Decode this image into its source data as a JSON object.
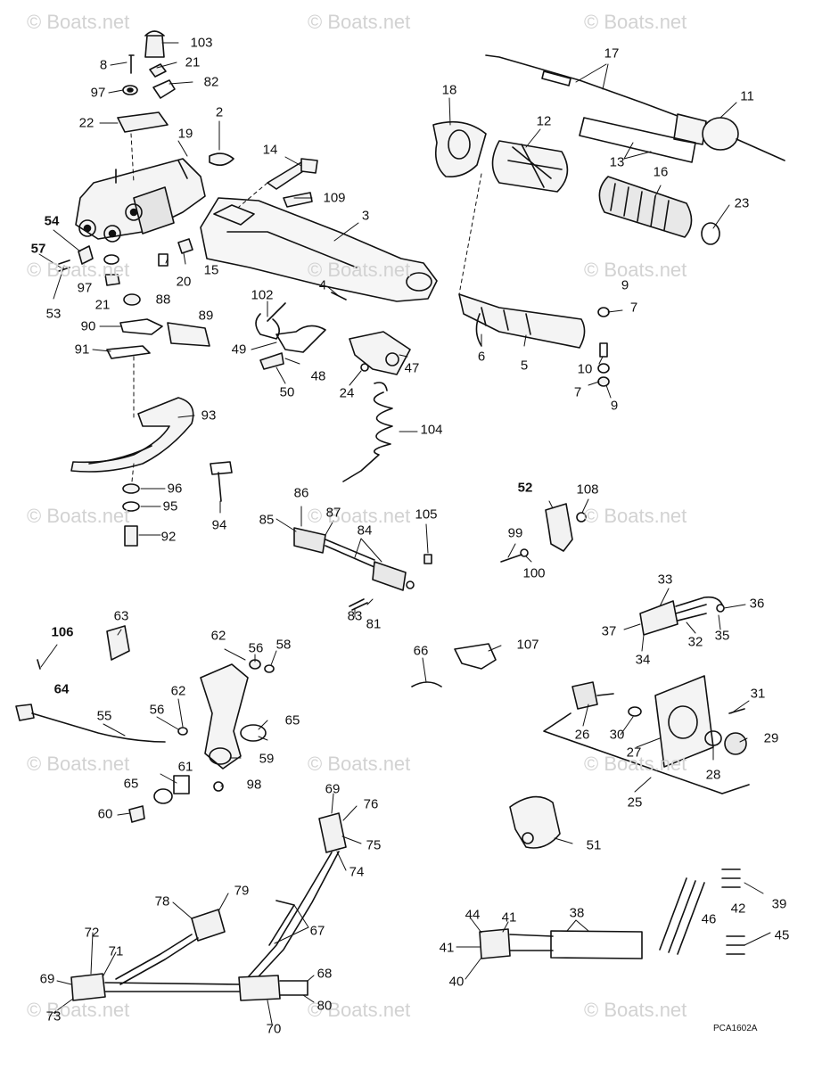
{
  "watermark": "© Boats.net",
  "diagram_code": "PCA1602A",
  "callouts": [
    {
      "id": "103",
      "label": "103"
    },
    {
      "id": "8",
      "label": "8"
    },
    {
      "id": "21a",
      "label": "21"
    },
    {
      "id": "97a",
      "label": "97"
    },
    {
      "id": "82",
      "label": "82"
    },
    {
      "id": "22",
      "label": "22"
    },
    {
      "id": "19",
      "label": "19"
    },
    {
      "id": "2",
      "label": "2"
    },
    {
      "id": "14",
      "label": "14"
    },
    {
      "id": "109",
      "label": "109"
    },
    {
      "id": "3",
      "label": "3"
    },
    {
      "id": "54",
      "label": "54",
      "bold": true
    },
    {
      "id": "57",
      "label": "57",
      "bold": true
    },
    {
      "id": "97b",
      "label": "97"
    },
    {
      "id": "21b",
      "label": "21"
    },
    {
      "id": "53",
      "label": "53"
    },
    {
      "id": "88",
      "label": "88"
    },
    {
      "id": "20",
      "label": "20"
    },
    {
      "id": "15",
      "label": "15"
    },
    {
      "id": "4",
      "label": "4"
    },
    {
      "id": "102",
      "label": "102"
    },
    {
      "id": "90",
      "label": "90"
    },
    {
      "id": "89",
      "label": "89"
    },
    {
      "id": "91",
      "label": "91"
    },
    {
      "id": "49",
      "label": "49"
    },
    {
      "id": "48",
      "label": "48"
    },
    {
      "id": "50",
      "label": "50"
    },
    {
      "id": "24",
      "label": "24"
    },
    {
      "id": "47",
      "label": "47"
    },
    {
      "id": "104",
      "label": "104"
    },
    {
      "id": "93",
      "label": "93"
    },
    {
      "id": "96",
      "label": "96"
    },
    {
      "id": "95",
      "label": "95"
    },
    {
      "id": "92",
      "label": "92"
    },
    {
      "id": "94",
      "label": "94"
    },
    {
      "id": "18",
      "label": "18"
    },
    {
      "id": "17",
      "label": "17"
    },
    {
      "id": "11",
      "label": "11"
    },
    {
      "id": "12",
      "label": "12"
    },
    {
      "id": "13",
      "label": "13"
    },
    {
      "id": "16",
      "label": "16"
    },
    {
      "id": "23",
      "label": "23"
    },
    {
      "id": "9a",
      "label": "9"
    },
    {
      "id": "7a",
      "label": "7"
    },
    {
      "id": "6",
      "label": "6"
    },
    {
      "id": "5",
      "label": "5"
    },
    {
      "id": "10",
      "label": "10"
    },
    {
      "id": "7b",
      "label": "7"
    },
    {
      "id": "9b",
      "label": "9"
    },
    {
      "id": "86",
      "label": "86"
    },
    {
      "id": "85",
      "label": "85"
    },
    {
      "id": "87",
      "label": "87"
    },
    {
      "id": "84",
      "label": "84"
    },
    {
      "id": "105",
      "label": "105"
    },
    {
      "id": "83",
      "label": "83"
    },
    {
      "id": "81",
      "label": "81"
    },
    {
      "id": "52",
      "label": "52",
      "bold": true
    },
    {
      "id": "108",
      "label": "108"
    },
    {
      "id": "99",
      "label": "99"
    },
    {
      "id": "100",
      "label": "100"
    },
    {
      "id": "33",
      "label": "33"
    },
    {
      "id": "36",
      "label": "36"
    },
    {
      "id": "37",
      "label": "37"
    },
    {
      "id": "32",
      "label": "32"
    },
    {
      "id": "35",
      "label": "35"
    },
    {
      "id": "34",
      "label": "34"
    },
    {
      "id": "106",
      "label": "106",
      "bold": true
    },
    {
      "id": "63",
      "label": "63"
    },
    {
      "id": "64",
      "label": "64",
      "bold": true
    },
    {
      "id": "62a",
      "label": "62"
    },
    {
      "id": "56a",
      "label": "56"
    },
    {
      "id": "58",
      "label": "58"
    },
    {
      "id": "62b",
      "label": "62"
    },
    {
      "id": "56b",
      "label": "56"
    },
    {
      "id": "65a",
      "label": "65"
    },
    {
      "id": "55",
      "label": "55"
    },
    {
      "id": "59",
      "label": "59"
    },
    {
      "id": "61",
      "label": "61"
    },
    {
      "id": "65b",
      "label": "65"
    },
    {
      "id": "98",
      "label": "98"
    },
    {
      "id": "60",
      "label": "60"
    },
    {
      "id": "66",
      "label": "66"
    },
    {
      "id": "107",
      "label": "107"
    },
    {
      "id": "31",
      "label": "31"
    },
    {
      "id": "26",
      "label": "26"
    },
    {
      "id": "30",
      "label": "30"
    },
    {
      "id": "27",
      "label": "27"
    },
    {
      "id": "29",
      "label": "29"
    },
    {
      "id": "28",
      "label": "28"
    },
    {
      "id": "25",
      "label": "25"
    },
    {
      "id": "51",
      "label": "51"
    },
    {
      "id": "69a",
      "label": "69"
    },
    {
      "id": "76",
      "label": "76"
    },
    {
      "id": "75",
      "label": "75"
    },
    {
      "id": "74",
      "label": "74"
    },
    {
      "id": "78",
      "label": "78"
    },
    {
      "id": "79",
      "label": "79"
    },
    {
      "id": "67",
      "label": "67"
    },
    {
      "id": "72",
      "label": "72"
    },
    {
      "id": "71",
      "label": "71"
    },
    {
      "id": "69b",
      "label": "69"
    },
    {
      "id": "73",
      "label": "73"
    },
    {
      "id": "68",
      "label": "68"
    },
    {
      "id": "80",
      "label": "80"
    },
    {
      "id": "70",
      "label": "70"
    },
    {
      "id": "39",
      "label": "39"
    },
    {
      "id": "42",
      "label": "42"
    },
    {
      "id": "46",
      "label": "46"
    },
    {
      "id": "45",
      "label": "45"
    },
    {
      "id": "44",
      "label": "44"
    },
    {
      "id": "41a",
      "label": "41"
    },
    {
      "id": "38",
      "label": "38"
    },
    {
      "id": "41b",
      "label": "41"
    },
    {
      "id": "40",
      "label": "40"
    }
  ]
}
